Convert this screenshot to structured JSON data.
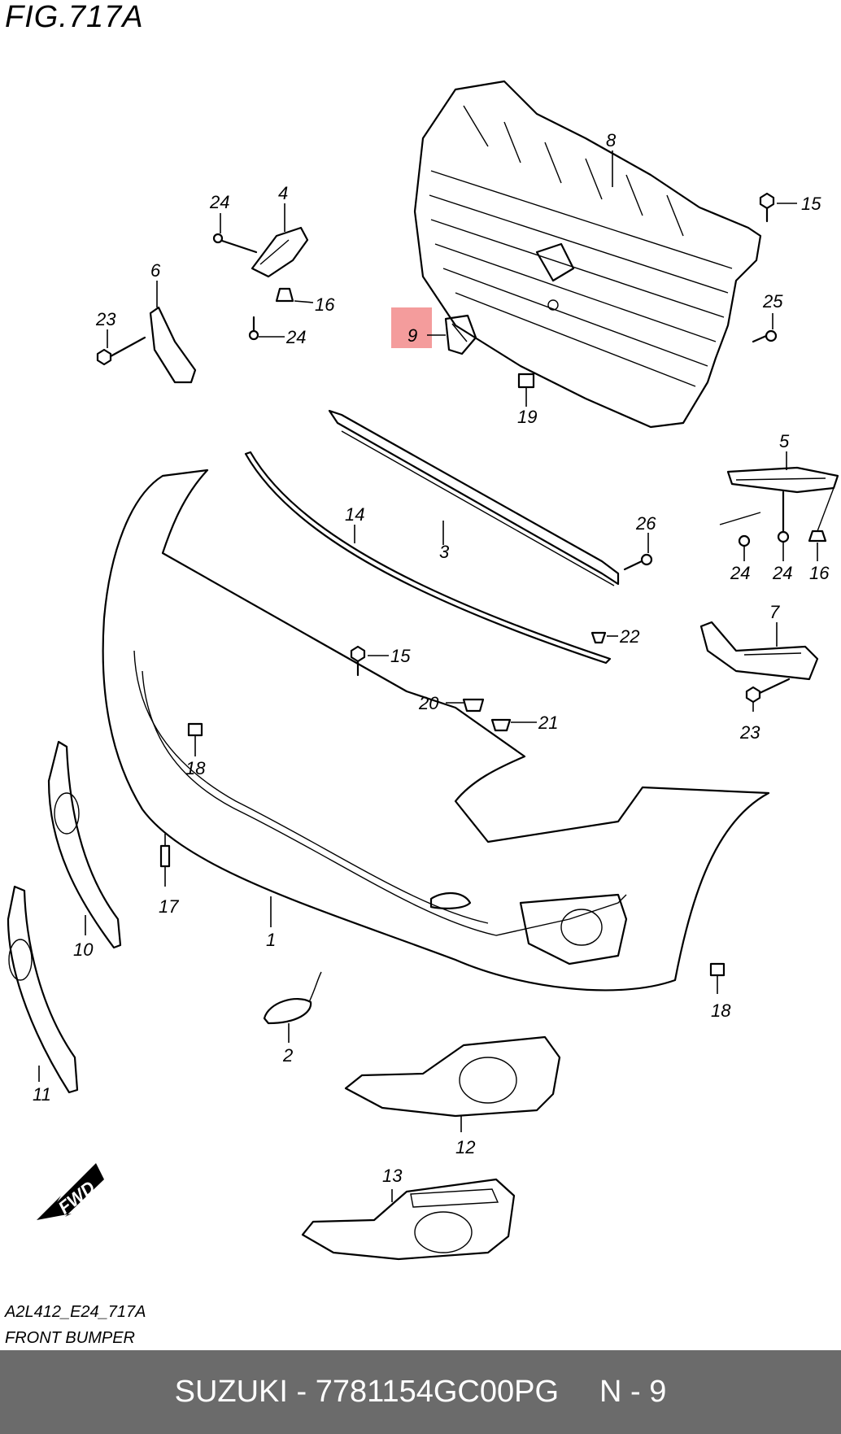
{
  "figure": {
    "title": "FIG.717A",
    "code": "A2L412_E24_717A",
    "name": "FRONT BUMPER"
  },
  "callouts": {
    "c1": "1",
    "c2": "2",
    "c3": "3",
    "c4": "4",
    "c5": "5",
    "c6": "6",
    "c7": "7",
    "c8": "8",
    "c9": "9",
    "c10": "10",
    "c11": "11",
    "c12": "12",
    "c13": "13",
    "c14": "14",
    "c15a": "15",
    "c15b": "15",
    "c16a": "16",
    "c16b": "16",
    "c17": "17",
    "c18a": "18",
    "c18b": "18",
    "c19": "19",
    "c20": "20",
    "c21": "21",
    "c22": "22",
    "c23a": "23",
    "c23b": "23",
    "c24a": "24",
    "c24b": "24",
    "c24c": "24",
    "c24d": "24",
    "c25": "25",
    "c26": "26"
  },
  "highlight": {
    "label": "9",
    "color": "#f28b8b"
  },
  "fwd_label": "FWD",
  "banner": {
    "brand_part": "SUZUKI - 7781154GC00PG",
    "ref": "N - 9"
  }
}
